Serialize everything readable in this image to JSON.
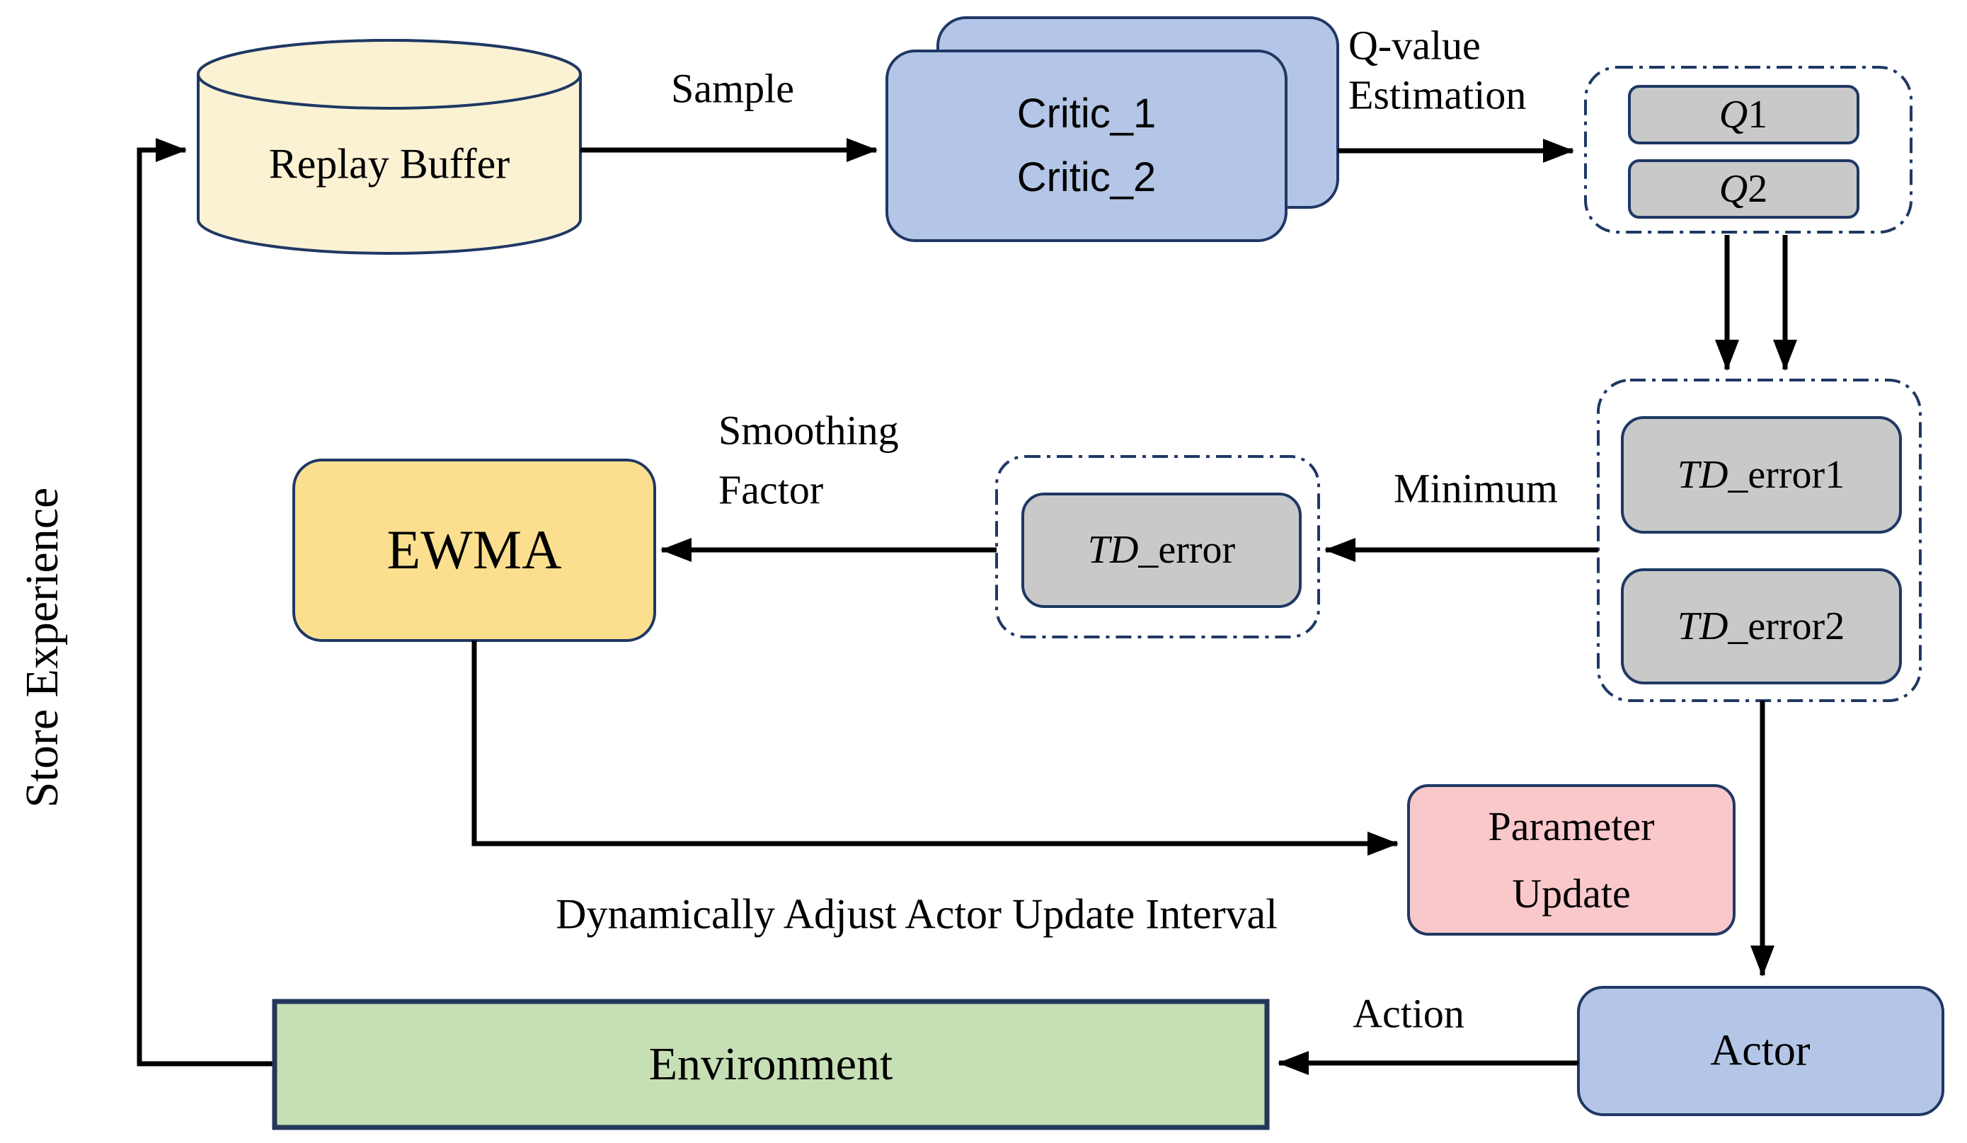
{
  "title": "EWMA-TD3 reinforcement learning architecture diagram",
  "colors": {
    "border_navy": "#1f3864",
    "env_border": "#24365a",
    "arrow_black": "#000000",
    "replay_fill": "#fbf2d4",
    "critic_fill": "#b4c6e7",
    "gray_fill": "#c9c9c9",
    "ewma_fill": "#fbdf8e",
    "param_fill": "#f9c8ca",
    "env_fill": "#c6dfb4",
    "actor_fill": "#b4c6e7"
  },
  "nodes": {
    "replay_buffer": {
      "label": "Replay Buffer"
    },
    "critic": {
      "line1": "Critic_1",
      "line2": "Critic_2"
    },
    "q1": {
      "italic": "Q",
      "rest": "1"
    },
    "q2": {
      "italic": "Q",
      "rest": "2"
    },
    "td_error1": {
      "italic": "TD",
      "rest": "_error1"
    },
    "td_error2": {
      "italic": "TD",
      "rest": "_error2"
    },
    "td_error": {
      "italic": "TD",
      "rest": "_error"
    },
    "ewma": {
      "label": "EWMA"
    },
    "parameter_update": {
      "line1": "Parameter",
      "line2": "Update"
    },
    "environment": {
      "label": "Environment"
    },
    "actor": {
      "label": "Actor"
    }
  },
  "labels": {
    "store_experience": "Store Experience",
    "sample": "Sample",
    "q_value_estimation": [
      "Q-value",
      "Estimation"
    ],
    "smoothing_factor": [
      "Smoothing",
      "Factor"
    ],
    "minimum": "Minimum",
    "dynamic_adjust": "Dynamically Adjust Actor Update Interval",
    "action": "Action"
  }
}
